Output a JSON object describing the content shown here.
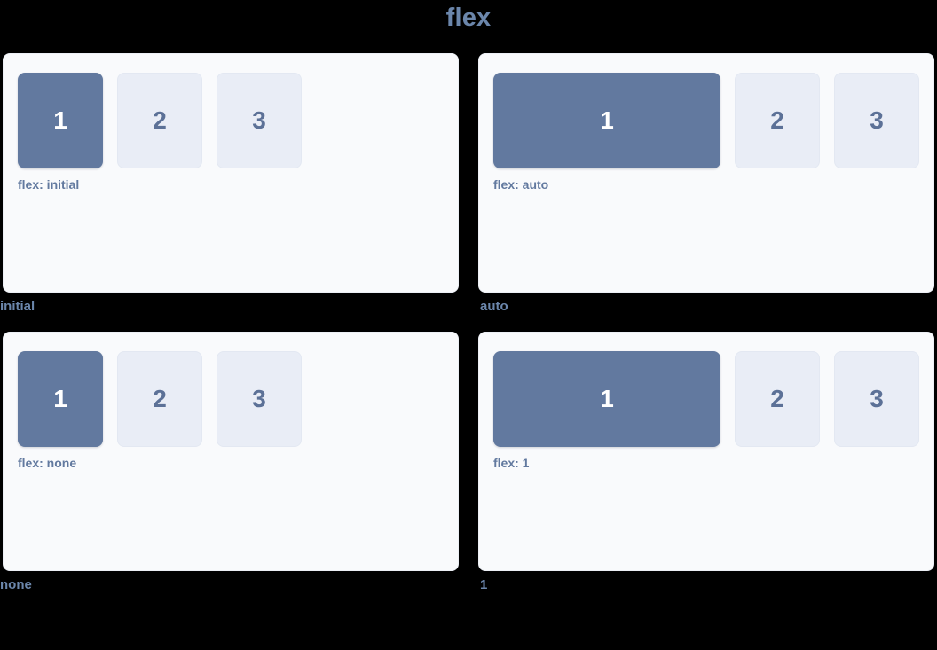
{
  "title": "flex",
  "colors": {
    "background": "#000000",
    "title_text": "#6b86ab",
    "card_background": "#f9fafc",
    "card_border": "#eceff5",
    "box_primary_bg": "#62799f",
    "box_primary_text": "#ffffff",
    "box_muted_bg": "#e9edf6",
    "box_muted_text": "#5c7197",
    "caption_text": "#62799f",
    "label_text": "#6b86ab"
  },
  "demos": [
    {
      "label": "initial",
      "caption": "flex: initial",
      "mode": "initial",
      "boxes": [
        {
          "text": "1",
          "style": "primary"
        },
        {
          "text": "2",
          "style": "muted"
        },
        {
          "text": "3",
          "style": "muted"
        }
      ]
    },
    {
      "label": "auto",
      "caption": "flex: auto",
      "mode": "auto",
      "boxes": [
        {
          "text": "1",
          "style": "primary"
        },
        {
          "text": "2",
          "style": "muted"
        },
        {
          "text": "3",
          "style": "muted"
        }
      ]
    },
    {
      "label": "none",
      "caption": "flex: none",
      "mode": "none",
      "boxes": [
        {
          "text": "1",
          "style": "primary"
        },
        {
          "text": "2",
          "style": "muted"
        },
        {
          "text": "3",
          "style": "muted"
        }
      ]
    },
    {
      "label": "1",
      "caption": "flex: 1",
      "mode": "one",
      "boxes": [
        {
          "text": "1",
          "style": "primary"
        },
        {
          "text": "2",
          "style": "muted"
        },
        {
          "text": "3",
          "style": "muted"
        }
      ]
    }
  ]
}
